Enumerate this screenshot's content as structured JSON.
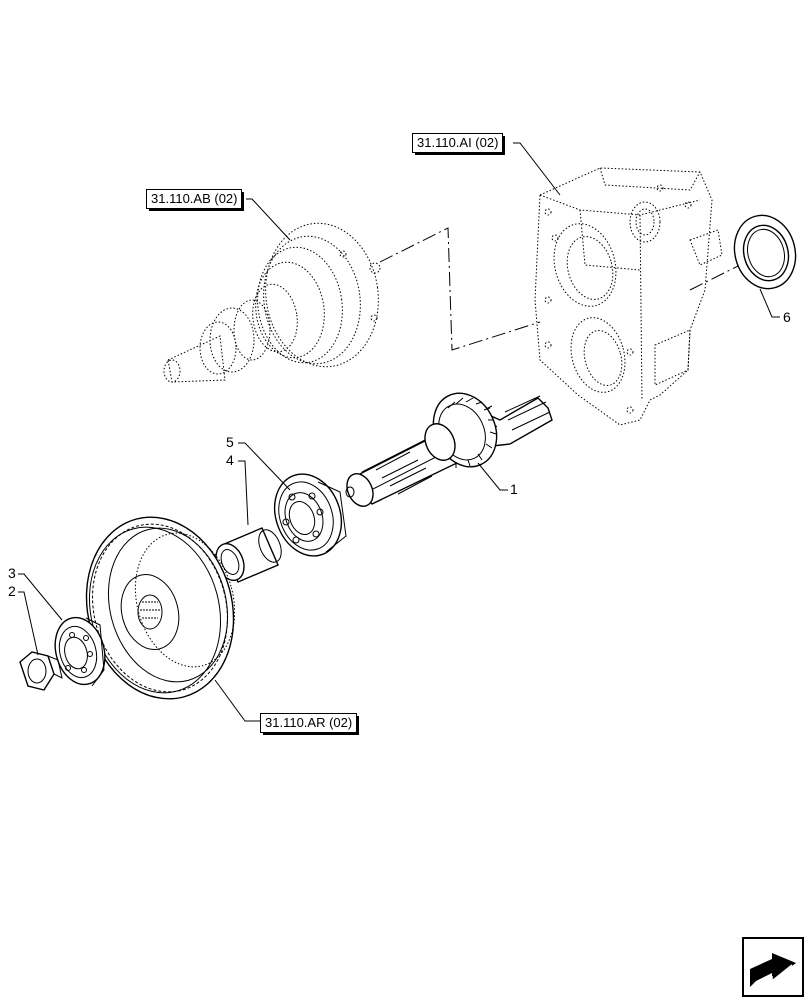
{
  "references": {
    "ref_ai": "31.110.AI (02)",
    "ref_ab": "31.110.AB (02)",
    "ref_ar": "31.110.AR (02)"
  },
  "callouts": {
    "c1": "1",
    "c2": "2",
    "c3": "3",
    "c4": "4",
    "c5": "5",
    "c6": "6"
  },
  "icons": {
    "nav": "next-page-arrow-icon"
  }
}
